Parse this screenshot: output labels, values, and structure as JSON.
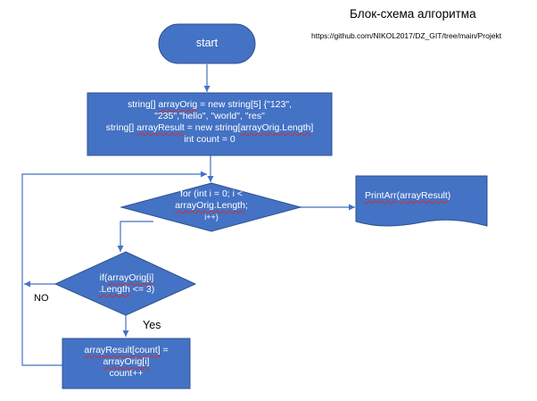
{
  "header": {
    "title": "Блок-схема алгоритма",
    "url": "https://github.com/NIKOL2017/DZ_GIT/tree/main/Projekt"
  },
  "colors": {
    "shape_fill": "#4472c4",
    "shape_border": "#2f528f",
    "connector": "#4472c4",
    "text_on_shape": "#ffffff",
    "squiggle": "#d03030"
  },
  "nodes": {
    "start": {
      "text": "start"
    },
    "init": {
      "line1_a": "string[] ",
      "line1_b": "arrayOrig",
      "line1_c": " = new string[5] {\"123\",",
      "line2": "\"235\",\"hello\", \"world\", \"res\"",
      "line3_a": "string[] ",
      "line3_b": "arrayResult",
      "line3_c": " = new string[",
      "line3_d": "arrayOrig.Length",
      "line3_e": "]",
      "line4": "int count = 0"
    },
    "loop": {
      "line1": "for (int i = 0; i <",
      "line2_a": "arrayOrig.Length",
      "line2_b": ";",
      "line3": "i++)"
    },
    "output": {
      "text_a": "PrintArr",
      "text_b": "(",
      "text_c": "arrayResult",
      "text_d": ")"
    },
    "condition": {
      "line1_a": "if(",
      "line1_b": "arrayOrig[i]",
      "line2_a": ".Length",
      "line2_b": " <= 3)"
    },
    "assign": {
      "line1_a": "arrayResult[count]",
      "line1_b": " =",
      "line2_a": "arrayOrig[i]",
      "line3": "count++"
    }
  },
  "labels": {
    "no": "NO",
    "yes": "Yes"
  }
}
